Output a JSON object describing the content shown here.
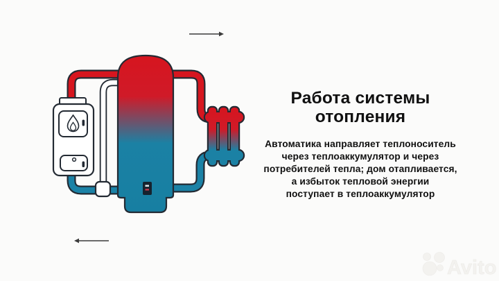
{
  "page": {
    "background_color": "#fbfbfa",
    "title": "Работа системы отопления",
    "description_lines": [
      "Автоматика направляет теплоноситель",
      "через теплоаккумулятор и через",
      "потребителей тепла; дом отапливается,",
      "а избыток тепловой энергии",
      "поступает в теплоаккумулятор"
    ]
  },
  "diagram": {
    "name": "heating-system-schematic",
    "components": [
      "boiler-with-flame-icon",
      "expansion-pipe",
      "pump-valve",
      "heat-accumulator-tank",
      "tank-nameplate",
      "radiator"
    ],
    "flow": {
      "top_arrow_direction": "right",
      "bottom_arrow_direction": "left"
    },
    "colors": {
      "hot_water": "#d6161f",
      "cold_water": "#1b82a6",
      "outline": "#232a33",
      "arrow": "#3b3b3b"
    }
  },
  "watermark": {
    "brand": "Avito",
    "color": "#f3f2ef"
  }
}
